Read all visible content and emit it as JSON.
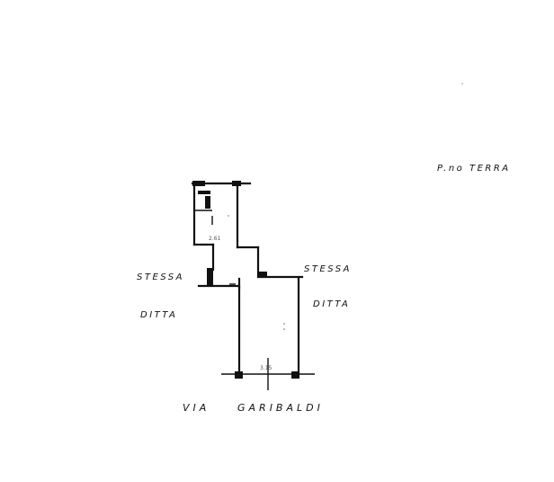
{
  "floor_label": "P.no TERRA",
  "labels": {
    "left_stessa": "STESSA",
    "left_ditta": "DITTA",
    "right_stessa": "STESSA",
    "right_ditta": "DITTA",
    "street_via": "VIA",
    "street_name": "GARIBALDI"
  },
  "room_marks": {
    "upper_room": "2.61",
    "lower_room": "3.15"
  },
  "colors": {
    "ink": "#111111",
    "paper": "#ffffff"
  }
}
